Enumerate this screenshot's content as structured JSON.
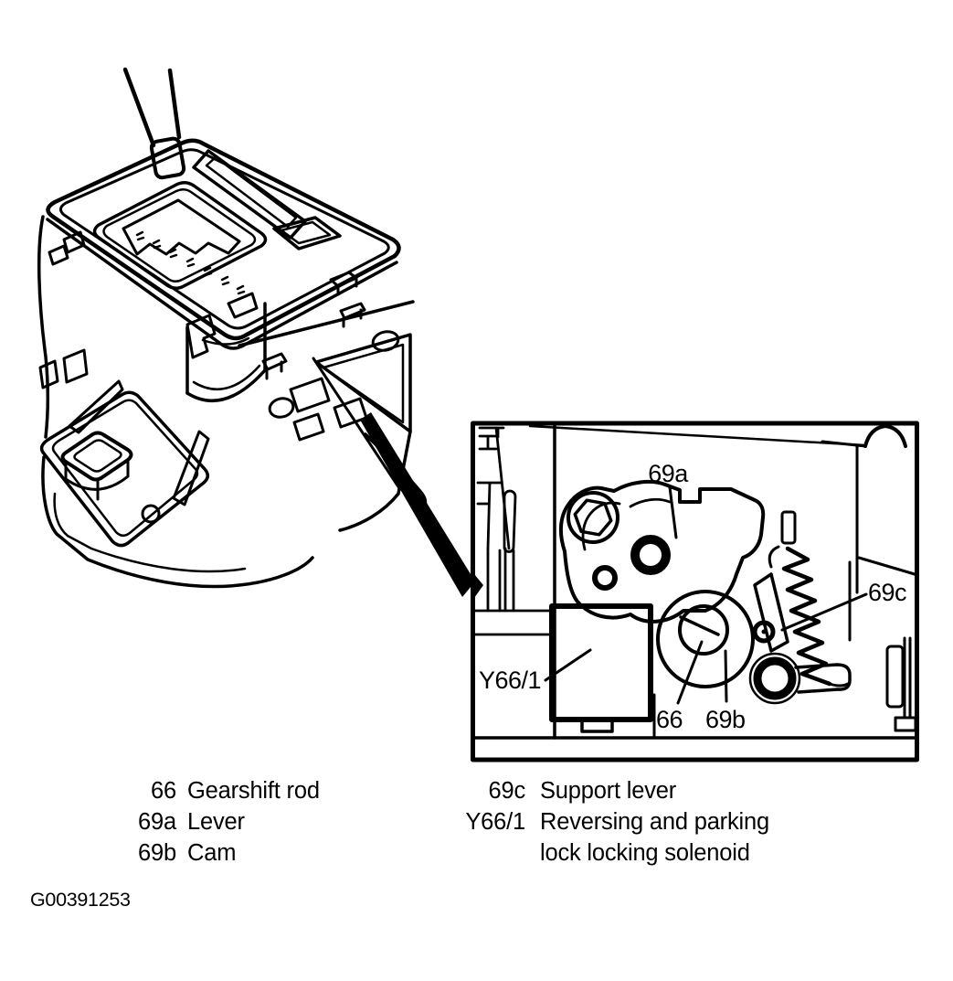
{
  "figure": {
    "id": "G00391253"
  },
  "colors": {
    "line": "#000000",
    "background": "#ffffff"
  },
  "inset_labels": {
    "lever": "69a",
    "support_lever": "69c",
    "solenoid": "Y66/1",
    "gearshift_rod": "66",
    "cam": "69b"
  },
  "legend": {
    "left": [
      {
        "ref": "66",
        "label": "Gearshift rod"
      },
      {
        "ref": "69a",
        "label": "Lever"
      },
      {
        "ref": "69b",
        "label": "Cam"
      }
    ],
    "right": [
      {
        "ref": "69c",
        "label": "Support lever"
      },
      {
        "ref": "Y66/1",
        "lines": [
          "Reversing and parking",
          "lock locking solenoid"
        ]
      }
    ]
  }
}
